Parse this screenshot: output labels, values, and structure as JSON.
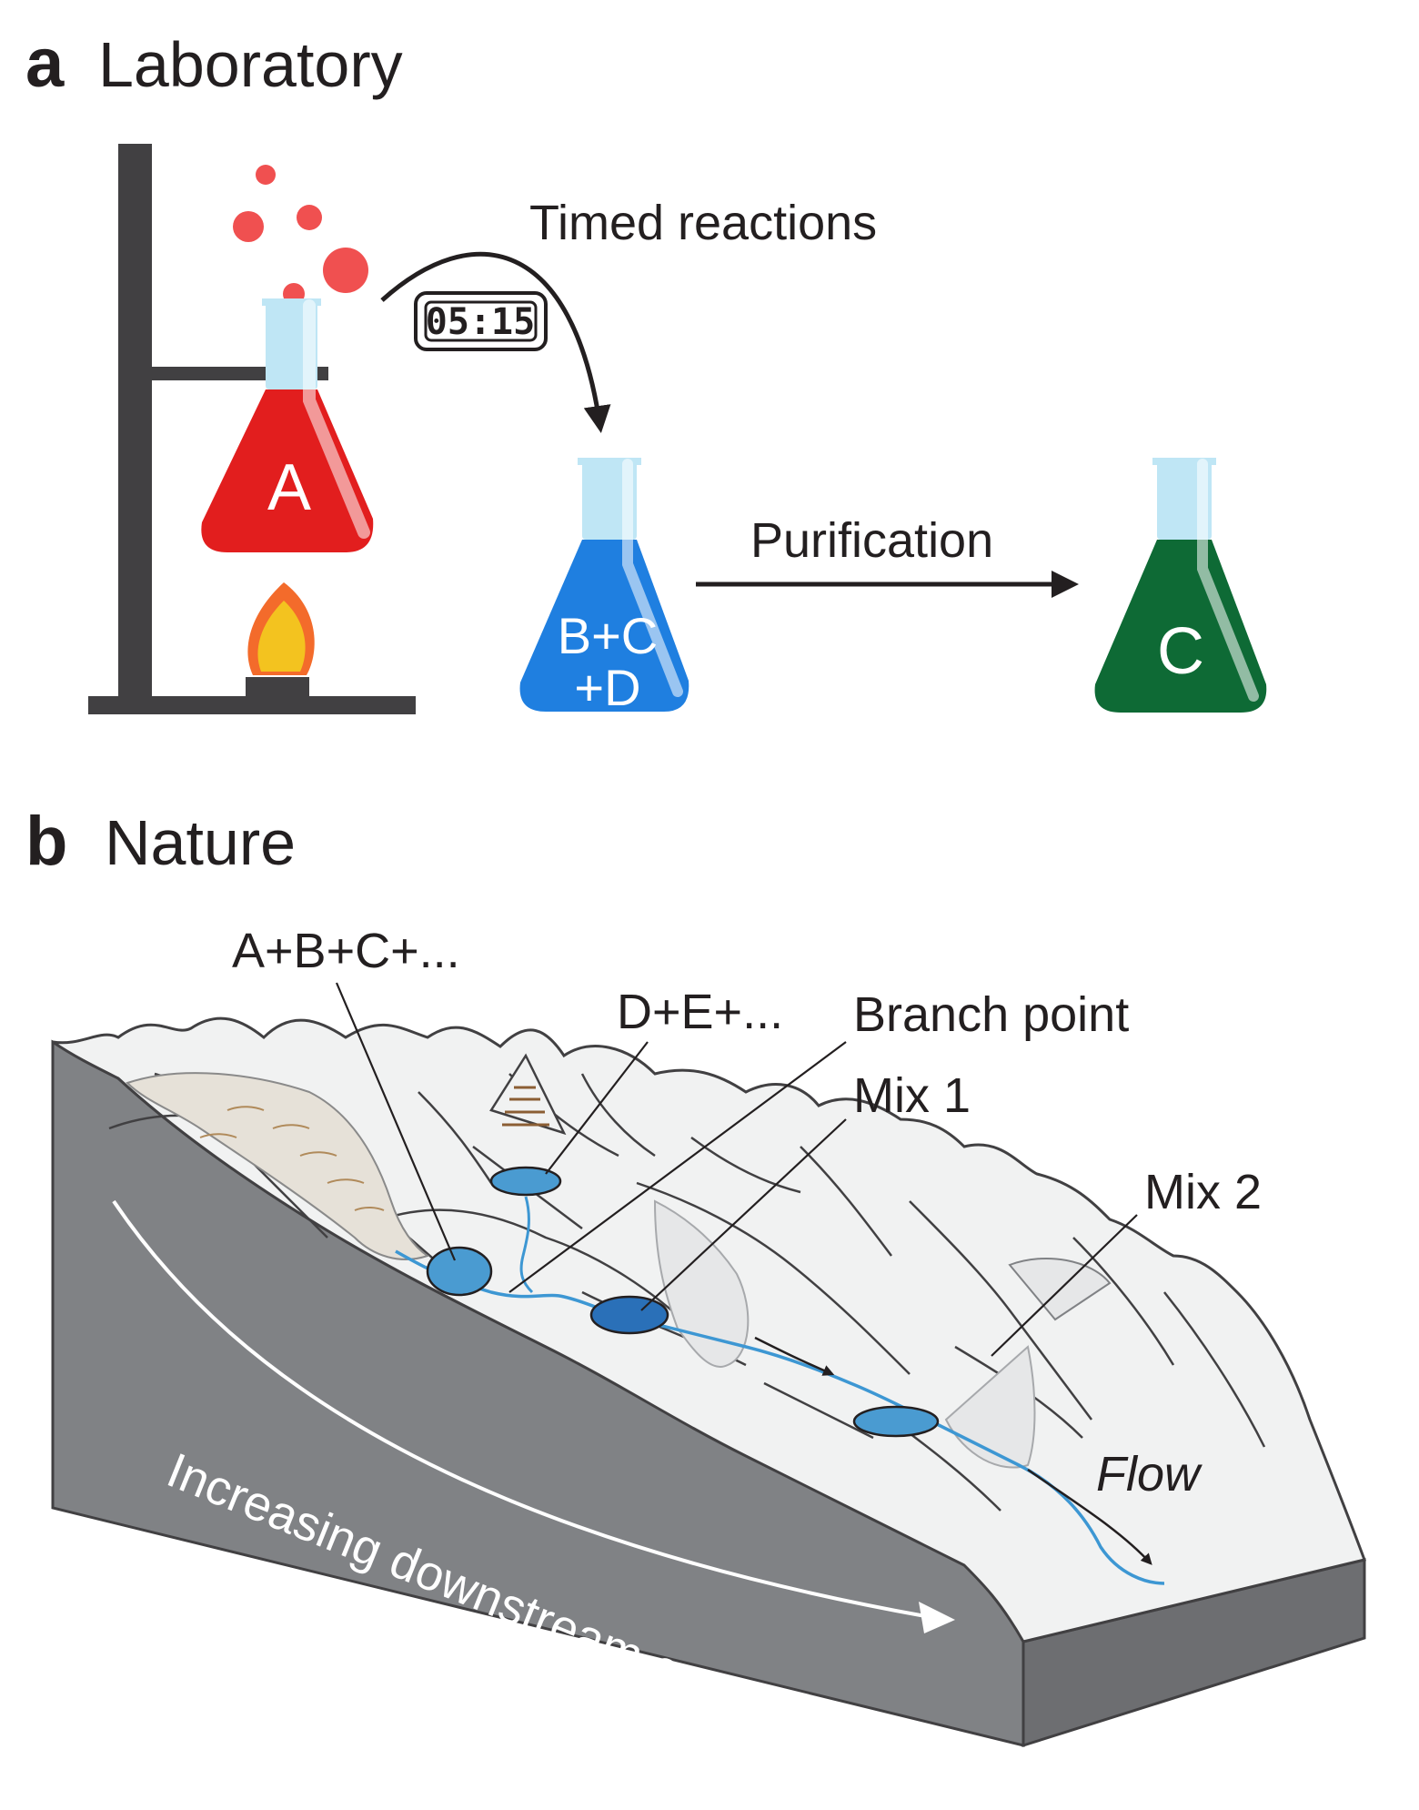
{
  "panel_a": {
    "letter": "a",
    "title": "Laboratory",
    "timer": "05:15",
    "timed_label": "Timed reactions",
    "purification_label": "Purification",
    "flask_red": "A",
    "flask_blue_line1": "B+C",
    "flask_blue_line2": "+D",
    "flask_green": "C"
  },
  "panel_b": {
    "letter": "b",
    "title": "Nature",
    "labels": {
      "abc": "A+B+C+...",
      "de": "D+E+...",
      "branch": "Branch point",
      "mix1": "Mix 1",
      "mix2": "Mix 2",
      "flow": "Flow",
      "complexity": "Increasing downstream complexity"
    }
  },
  "colors": {
    "ink": "#231f20",
    "red_flask": "#e21e1e",
    "bubble": "#f05050",
    "blue_flask": "#1f7fe0",
    "green_flask": "#0e6a35",
    "glass": "#bfe6f5",
    "flame_outer": "#f36b2b",
    "flame_inner": "#f3c31f",
    "terrain_side": "#808285",
    "pool": "#4a9bd1",
    "pool_dark": "#2a70b8",
    "stream": "#3d97d3"
  }
}
